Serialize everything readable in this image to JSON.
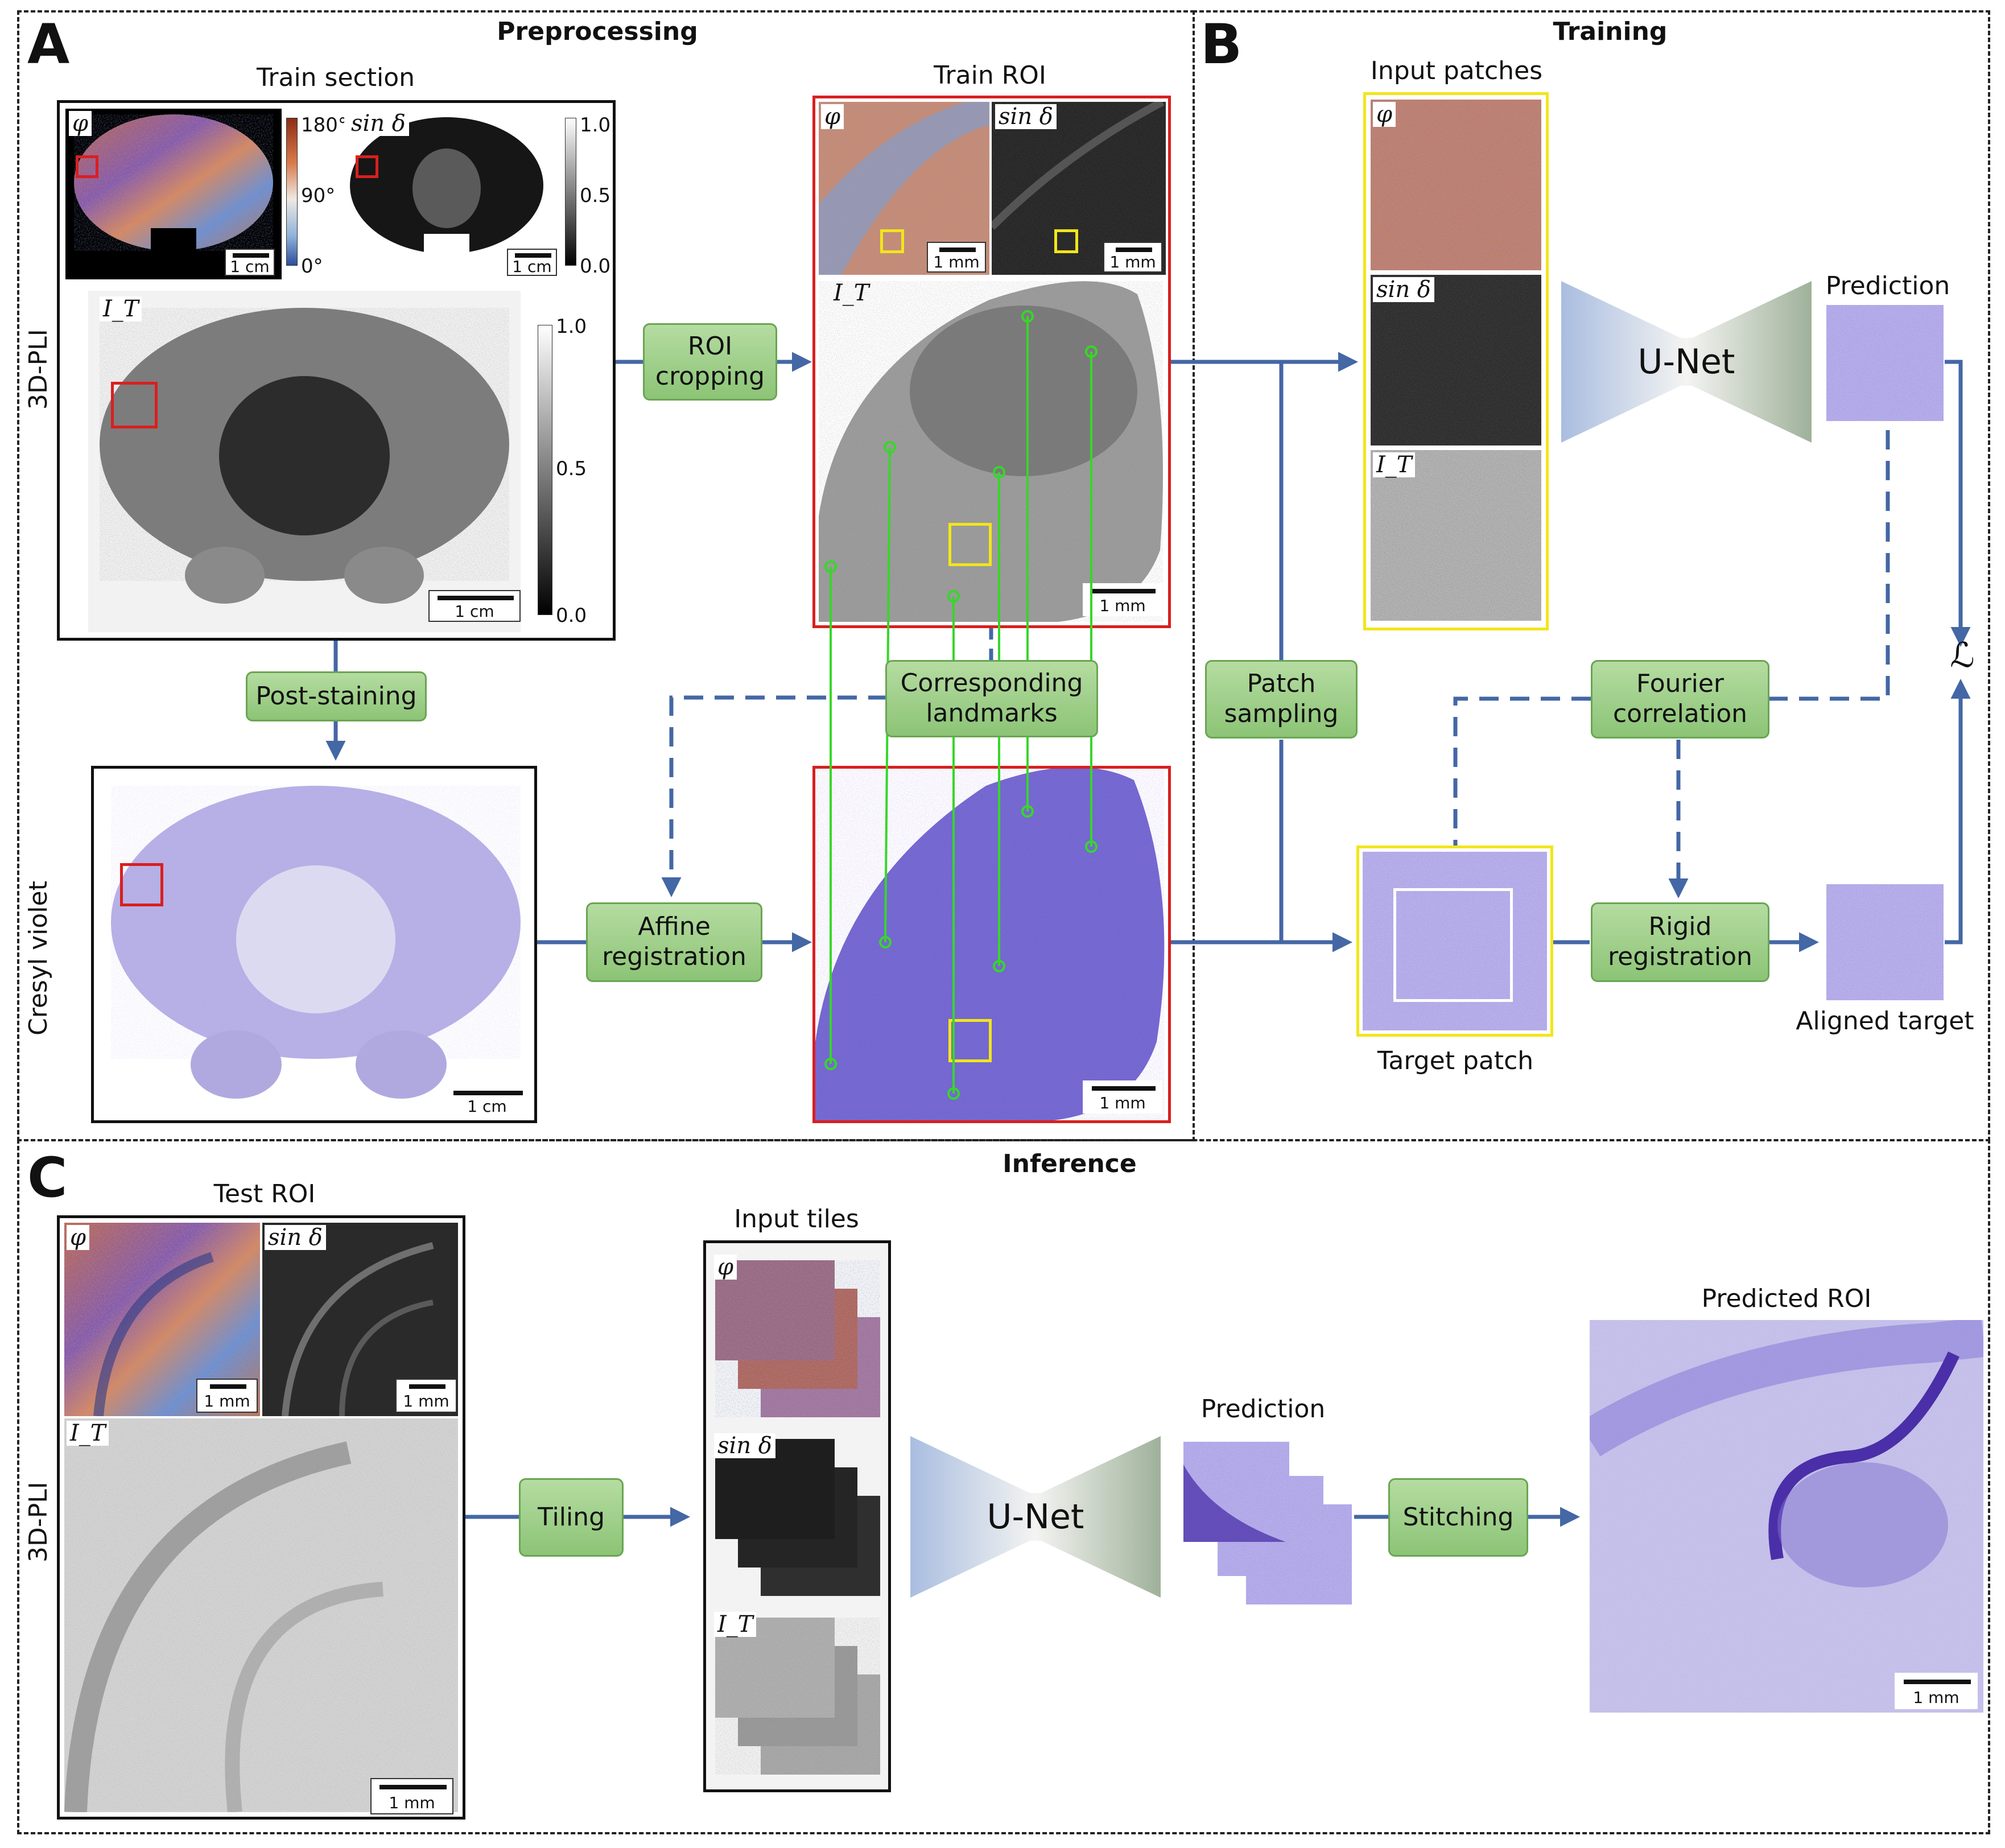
{
  "panels": {
    "a": {
      "letter": "A",
      "title": "Preprocessing"
    },
    "b": {
      "letter": "B",
      "title": "Training"
    },
    "c": {
      "letter": "C",
      "title": "Inference"
    }
  },
  "labels": {
    "train_section": "Train section",
    "train_roi": "Train ROI",
    "input_patches": "Input patches",
    "prediction_b": "Prediction",
    "target_patch": "Target patch",
    "aligned_target": "Aligned target",
    "test_roi": "Test ROI",
    "input_tiles": "Input tiles",
    "prediction_c": "Prediction",
    "predicted_roi": "Predicted ROI",
    "pli_a": "3D-PLI",
    "cresyl": "Cresyl violet",
    "pli_c": "3D-PLI",
    "loss": "ℒ"
  },
  "boxes": {
    "roi_cropping": "ROI\ncropping",
    "post_staining": "Post-staining",
    "affine_registration": "Affine\nregistration",
    "corresponding_landmarks": "Corresponding\nlandmarks",
    "patch_sampling": "Patch\nsampling",
    "fourier_correlation": "Fourier\ncorrelation",
    "rigid_registration": "Rigid\nregistration",
    "tiling": "Tiling",
    "stitching": "Stitching"
  },
  "unet": {
    "b": "U-Net",
    "c": "U-Net"
  },
  "modalities": {
    "phi": "φ",
    "sin_delta": "sin δ",
    "it": "I_T"
  },
  "colorbars": {
    "phi_ticks": [
      "180°",
      "90°",
      "0°"
    ],
    "sin_ticks": [
      "1.0",
      "0.5",
      "0.0"
    ],
    "it_ticks": [
      "1.0",
      "0.5",
      "0.0"
    ]
  },
  "scalebars": {
    "cm": "1 cm",
    "mm": "1 mm"
  },
  "colors": {
    "arrow": "#4467a5",
    "box_fill": "#a6d493",
    "landmark": "#38d62a",
    "red": "#d91f1f",
    "yellow": "#f2e51b",
    "nissl": "#6a55c6"
  }
}
